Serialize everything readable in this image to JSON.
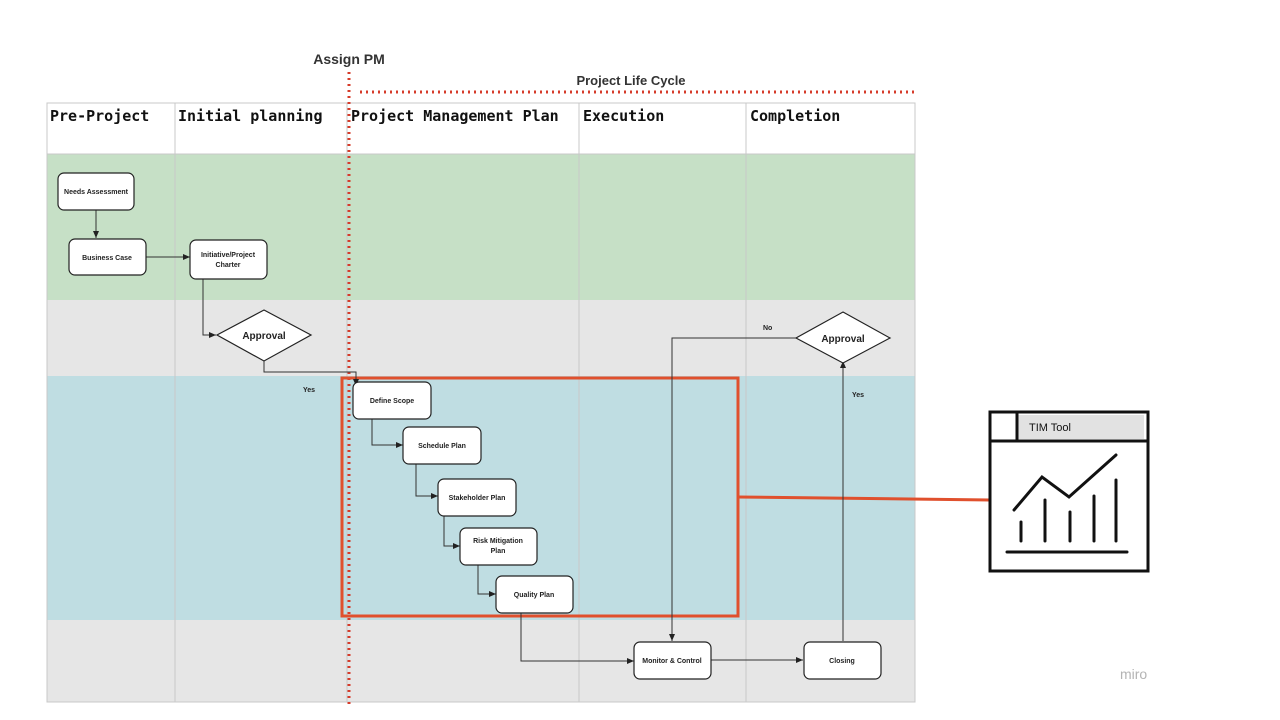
{
  "diagram": {
    "assign_pm": "Assign PM",
    "project_life_cycle": "Project Life Cycle",
    "columns": [
      "Pre-Project",
      "Initial planning",
      "Project Management Plan",
      "Execution",
      "Completion"
    ],
    "nodes": {
      "needs_assessment": "Needs Assessment",
      "business_case": "Business Case",
      "charter_line1": "Initiative/Project",
      "charter_line2": "Charter",
      "approval_initial": "Approval",
      "define_scope": "Define Scope",
      "schedule_plan": "Schedule Plan",
      "stakeholder_plan": "Stakeholder Plan",
      "risk_line1": "Risk Mitigation",
      "risk_line2": "Plan",
      "quality_plan": "Quality Plan",
      "monitor_control": "Monitor & Control",
      "closing": "Closing",
      "approval_completion": "Approval"
    },
    "edge_labels": {
      "yes_initial": "Yes",
      "no_completion": "No",
      "yes_completion": "Yes"
    },
    "tool": {
      "title": "TIM Tool",
      "icon": "chart-trend-icon"
    },
    "watermark": "miro",
    "colors": {
      "lane_green": "#c6e0c6",
      "lane_gray": "#e6e6e6",
      "lane_blue": "#bfdde2",
      "highlight": "#e0502d",
      "dotted": "#d63b2a"
    }
  }
}
